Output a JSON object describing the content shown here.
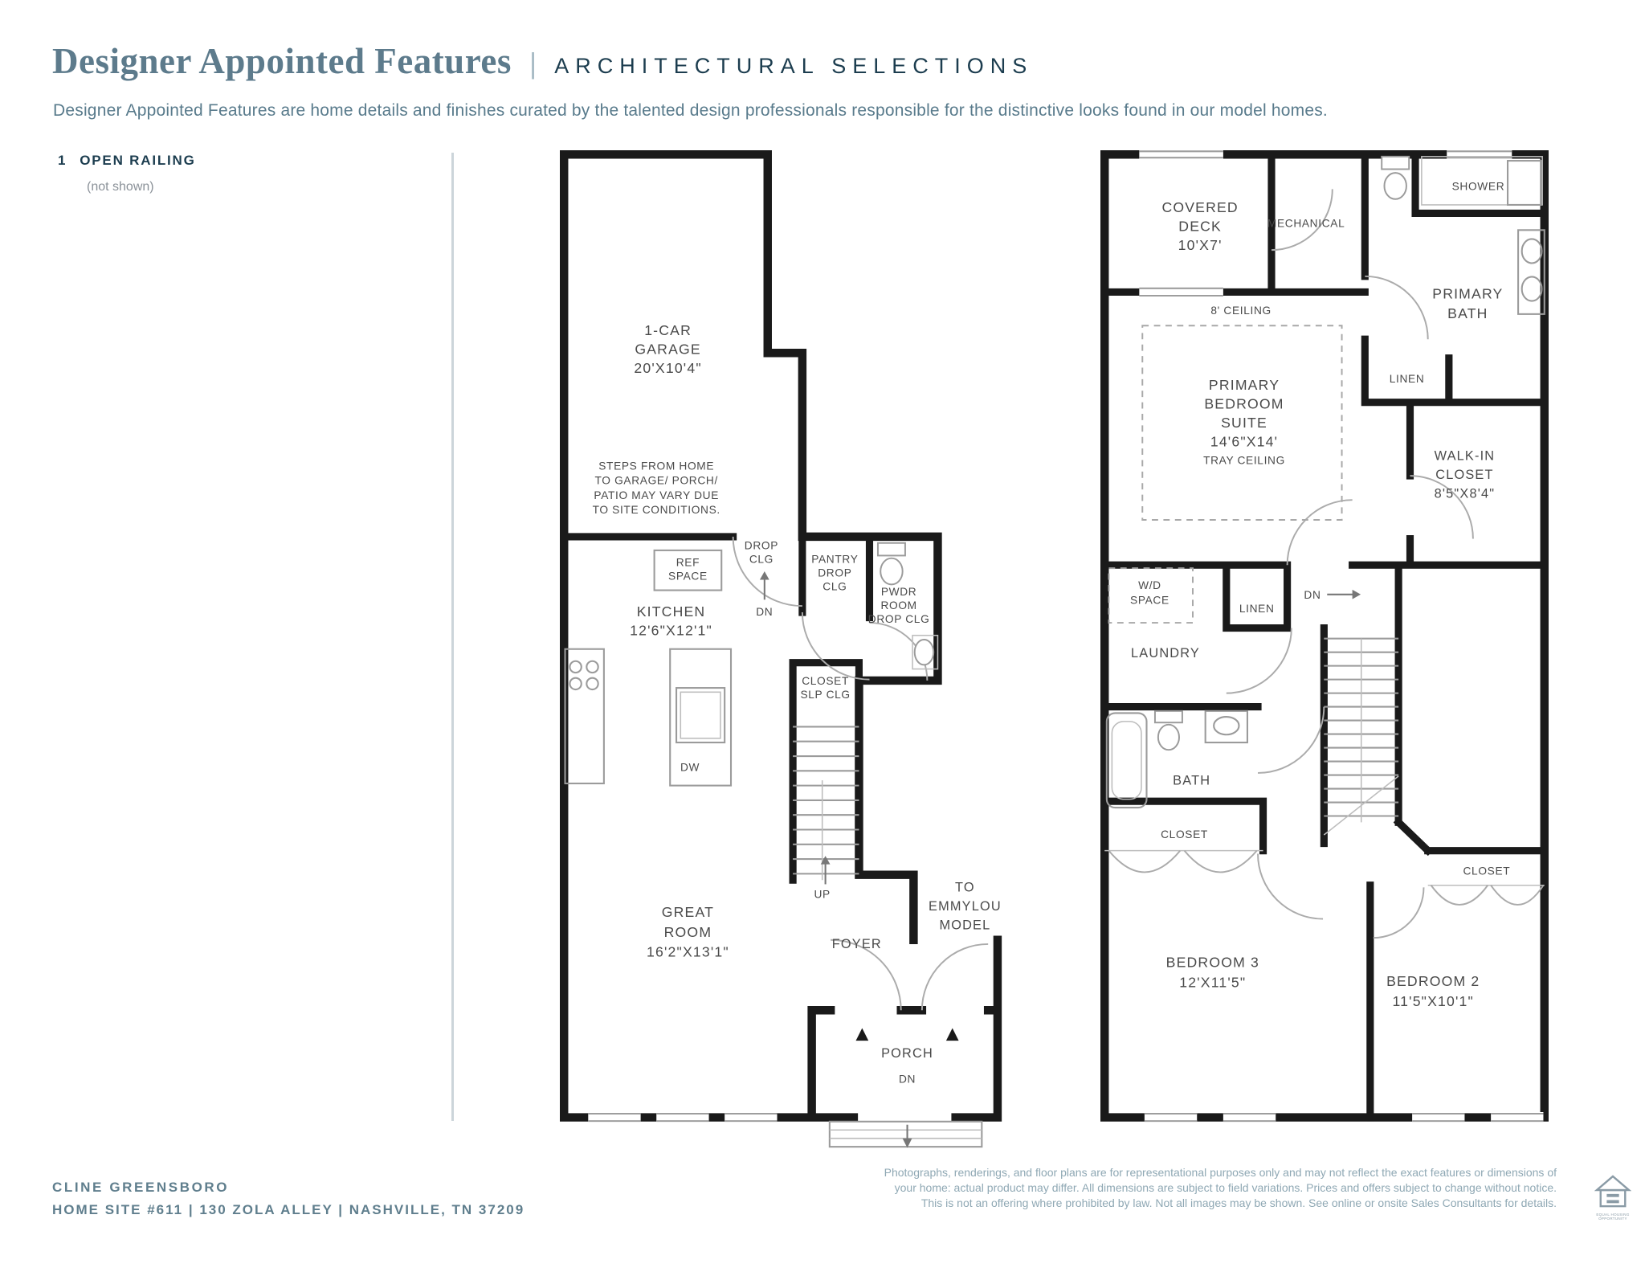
{
  "header": {
    "title": "Designer Appointed Features",
    "separator": "|",
    "tagline": "ARCHITECTURAL SELECTIONS",
    "description": "Designer Appointed Features are home details and finishes curated by the talented design professionals responsible for the distinctive looks found in our model homes."
  },
  "features": {
    "item1": {
      "number": "1",
      "label": "OPEN RAILING",
      "note": "(not shown)"
    }
  },
  "floor1": {
    "labels": {
      "garage": [
        "1-CAR",
        "GARAGE",
        "20'X10'4\""
      ],
      "steps_note": [
        "STEPS FROM HOME",
        "TO GARAGE/ PORCH/",
        "PATIO MAY VARY DUE",
        "TO SITE CONDITIONS."
      ],
      "ref": [
        "REF",
        "SPACE"
      ],
      "drop_clg": [
        "DROP",
        "CLG"
      ],
      "dn_garage": "DN",
      "kitchen": [
        "KITCHEN",
        "12'6\"X12'1\""
      ],
      "pantry": [
        "PANTRY",
        "DROP",
        "CLG"
      ],
      "pwdr": [
        "PWDR",
        "ROOM",
        "DROP CLG"
      ],
      "closet": [
        "CLOSET",
        "SLP CLG"
      ],
      "dw": "DW",
      "up": "UP",
      "great_room": [
        "GREAT",
        "ROOM",
        "16'2\"X13'1\""
      ],
      "foyer": "FOYER",
      "to_model": [
        "TO",
        "EMMYLOU",
        "MODEL"
      ],
      "porch": "PORCH",
      "dn_porch": "DN"
    }
  },
  "floor2": {
    "labels": {
      "deck": [
        "COVERED",
        "DECK",
        "10'X7'"
      ],
      "mechanical": "MECHANICAL",
      "shower": "SHOWER",
      "primary_bath": [
        "PRIMARY",
        "BATH"
      ],
      "ceiling": "8' CEILING",
      "suite": [
        "PRIMARY",
        "BEDROOM",
        "SUITE",
        "14'6\"X14'",
        "TRAY CEILING"
      ],
      "linen_upper": "LINEN",
      "walk_in": [
        "WALK-IN",
        "CLOSET",
        "8'5\"X8'4\""
      ],
      "wd": [
        "W/D",
        "SPACE"
      ],
      "linen_hall": "LINEN",
      "dn": "DN",
      "laundry": "LAUNDRY",
      "bath": "BATH",
      "closet_bed3": "CLOSET",
      "closet_bed2": "CLOSET",
      "bedroom3": [
        "BEDROOM 3",
        "12'X11'5\""
      ],
      "bedroom2": [
        "BEDROOM 2",
        "11'5\"X10'1\""
      ]
    }
  },
  "footer": {
    "brand": "CLINE GREENSBORO",
    "address": "HOME SITE #611  |  130 ZOLA ALLEY  |  NASHVILLE, TN 37209",
    "disclaimer1": "Photographs, renderings, and floor plans are for representational purposes only and may not reflect the exact features or dimensions of",
    "disclaimer2": "your home: actual product may differ. All dimensions are subject to field variations. Prices and offers subject to change without notice.",
    "disclaimer3": "This is not an offering where prohibited by law. Not all images may be shown. See online or onsite Sales Consultants for details.",
    "equal_housing": "EQUAL HOUSING OPPORTUNITY"
  },
  "colors": {
    "title": "#5d7b8c",
    "navy": "#1c3d4f",
    "body_text": "#597b8c",
    "walls": "#1a1a1a",
    "plan_text": "#4a4a4a",
    "divider": "#ccd5da",
    "footer": "#5f7e8d",
    "disclaimer": "#8fa8b4"
  }
}
